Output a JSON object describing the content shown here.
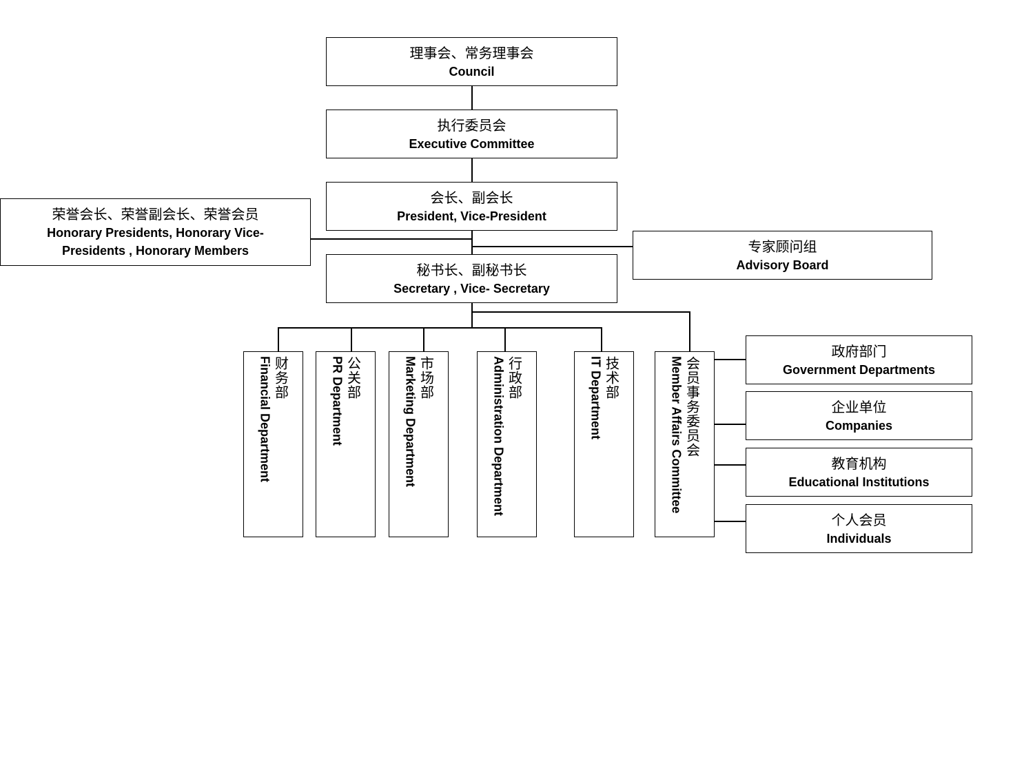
{
  "council": {
    "zh": "理事会、常务理事会",
    "en": "Council"
  },
  "executive": {
    "zh": "执行委员会",
    "en": "Executive Committee"
  },
  "president": {
    "zh": "会长、副会长",
    "en": "President, Vice-President"
  },
  "honorary": {
    "zh": "荣誉会长、荣誉副会长、荣誉会员",
    "en1": "Honorary Presidents, Honorary Vice-",
    "en2": "Presidents , Honorary Members"
  },
  "advisory": {
    "zh": "专家顾问组",
    "en": "Advisory Board"
  },
  "secretary": {
    "zh": "秘书长、副秘书长",
    "en": "Secretary , Vice- Secretary"
  },
  "departments": [
    {
      "zh": "财务部",
      "en": "Financial Department"
    },
    {
      "zh": "公关部",
      "en": "PR Department"
    },
    {
      "zh": "市场部",
      "en": "Marketing Department"
    },
    {
      "zh": "行政部",
      "en": "Administration Department"
    },
    {
      "zh": "技术部",
      "en": "IT Department"
    },
    {
      "zh": "会员事务委员会",
      "en": "Member Affairs Committee"
    }
  ],
  "members": [
    {
      "zh": "政府部门",
      "en": "Government Departments"
    },
    {
      "zh": "企业单位",
      "en": "Companies"
    },
    {
      "zh": "教育机构",
      "en": "Educational Institutions"
    },
    {
      "zh": "个人会员",
      "en": "Individuals"
    }
  ]
}
